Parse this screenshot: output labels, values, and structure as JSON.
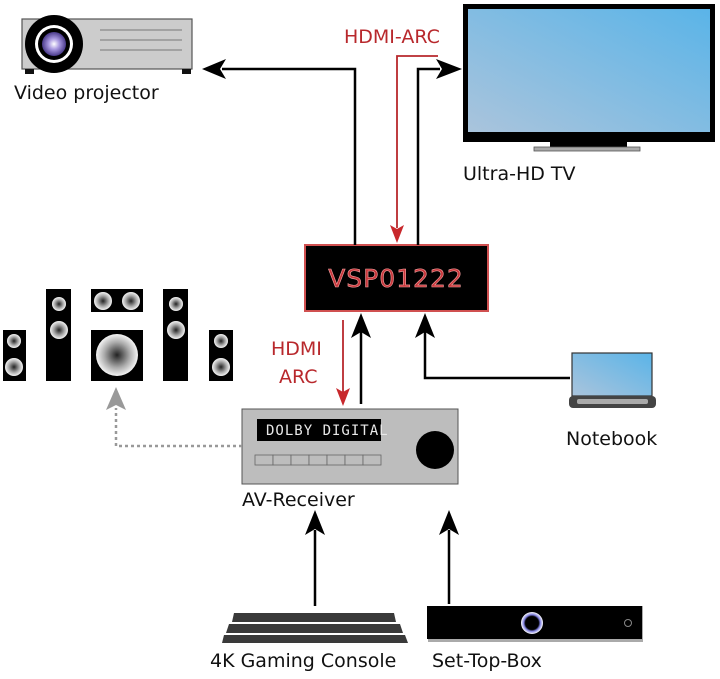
{
  "title": "VSP01222 HDMI-ARC signal routing diagram",
  "colors": {
    "signal_line": "#000000",
    "arc_line": "#b8282c",
    "audio_line": "#999999",
    "vsp_border": "#d05050",
    "screen_blue": "#8ab8dc"
  },
  "devices": {
    "projector": {
      "label": "Video projector",
      "icon": "projector-icon"
    },
    "tv": {
      "label": "Ultra-HD TV",
      "icon": "tv-icon"
    },
    "switch": {
      "label": "VSP01222",
      "icon": "switch-box"
    },
    "speakers": {
      "icon": "speaker-set-icon"
    },
    "receiver": {
      "label": "AV-Receiver",
      "display": "DOLBY DIGITAL",
      "icon": "av-receiver-icon"
    },
    "notebook": {
      "label": "Notebook",
      "icon": "laptop-icon"
    },
    "console": {
      "label": "4K Gaming Console",
      "icon": "game-console-icon"
    },
    "settop": {
      "label": "Set-Top-Box",
      "icon": "set-top-box-icon"
    }
  },
  "connections": {
    "tv_arc_label": "HDMI-ARC",
    "receiver_arc_label_line1": "HDMI",
    "receiver_arc_label_line2": "ARC"
  }
}
